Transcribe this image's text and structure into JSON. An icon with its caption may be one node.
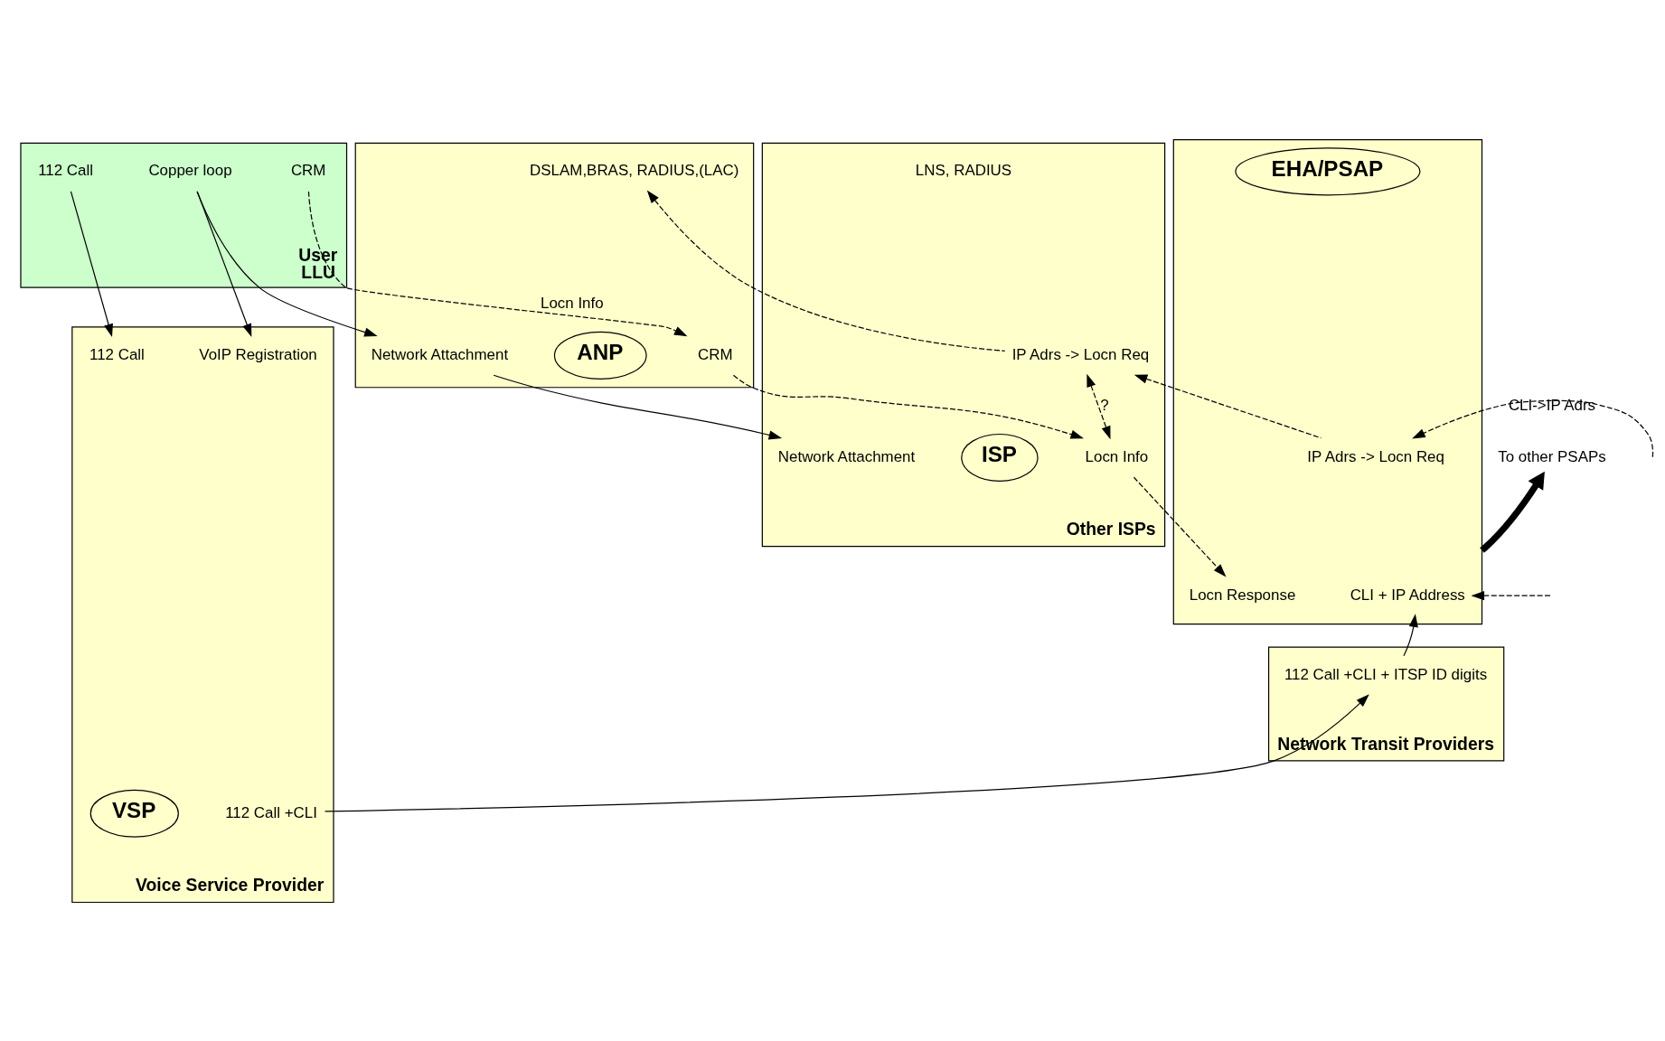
{
  "diagram": {
    "nodes": [
      {
        "text": [
          "User",
          "LLU"
        ]
      },
      {
        "text": [
          "Copper loop"
        ],
        "in": 0
      },
      {
        "text": [
          "112 Call"
        ],
        "in": 0
      },
      {
        "text": [
          "CRM"
        ],
        "in": 0
      },
      {
        "text": [],
        "shape": "band"
      },
      {
        "text": [
          "Network Attachment"
        ],
        "in": 4
      },
      {
        "text": [
          "DSLAM,BRAS, RADIUS,(LAC)"
        ],
        "in": 4
      },
      {
        "text": [
          "CRM"
        ],
        "in": 4
      },
      {
        "text": [
          "ANP"
        ],
        "in": 4
      },
      {
        "text": [
          "Other ISPs"
        ]
      },
      {
        "text": [
          "Network Attachment"
        ],
        "in": 9
      },
      {
        "text": [
          "IP Adrs -> Locn Req"
        ],
        "in": 9
      },
      {
        "text": [
          "Locn Info"
        ],
        "in": 9
      },
      {
        "text": [
          "LNS, RADIUS"
        ],
        "in": 9
      },
      {
        "text": [
          "ISP"
        ],
        "in": 9
      },
      {
        "text": [],
        "shape": "band"
      },
      {
        "text": [
          "IP Adrs -> Locn Req"
        ],
        "in": 15
      },
      {
        "text": [
          "Locn Response"
        ],
        "in": 15
      },
      {
        "text": [
          "EHA/PSAP"
        ],
        "in": 15
      },
      {
        "text": [
          "CLI + IP Address"
        ],
        "in": 15
      },
      {
        "text": [
          "Network Transit Providers"
        ]
      },
      {
        "text": [
          "112 Call +CLI + ITSP ID digits"
        ],
        "in": 20
      },
      {
        "text": [
          "Voice Service Provider"
        ]
      },
      {
        "text": [
          "VoIP Registration"
        ],
        "in": 22
      },
      {
        "text": [
          "112 Call"
        ],
        "in": 22
      },
      {
        "text": [
          "112 Call +CLI"
        ],
        "in": 22
      },
      {
        "text": [
          "VSP"
        ],
        "in": 22
      },
      {
        "text": [
          "To other PSAPs"
        ]
      }
    ],
    "edges": [
      {
        "from": 1,
        "to": 5,
        "arrow": "to"
      },
      {
        "from": 5,
        "to": 10,
        "arrow": "to"
      },
      {
        "from": 1,
        "to": 23,
        "arrow": "to"
      },
      {
        "from": 2,
        "to": 24,
        "arrow": "to"
      },
      {
        "from": 3,
        "to": 7,
        "arrow": "to",
        "style": "dashed",
        "label": "Locn Info"
      },
      {
        "from": 7,
        "to": 12,
        "arrow": "to",
        "style": "dashed"
      },
      {
        "from": 11,
        "to": 12,
        "arrow": "both",
        "style": "dashed",
        "label": "?"
      },
      {
        "from": 11,
        "to": 6,
        "arrow": "to",
        "style": "dashed"
      },
      {
        "from": 16,
        "to": 11,
        "arrow": "to",
        "style": "dashed"
      },
      {
        "from": 12,
        "to": 17,
        "arrow": "to",
        "style": "dashed"
      },
      {
        "from": null,
        "to": 16,
        "arrow": "to",
        "style": "dashed",
        "label": "CLI->IP Adrs"
      },
      {
        "from": null,
        "to": 19,
        "arrow": "to",
        "style": "dashed"
      },
      {
        "from": 21,
        "to": 19,
        "arrow": "to"
      },
      {
        "from": 25,
        "to": 21,
        "arrow": "to"
      },
      {
        "from": 15,
        "to": 27,
        "arrow": "to",
        "style": "thick"
      }
    ]
  }
}
